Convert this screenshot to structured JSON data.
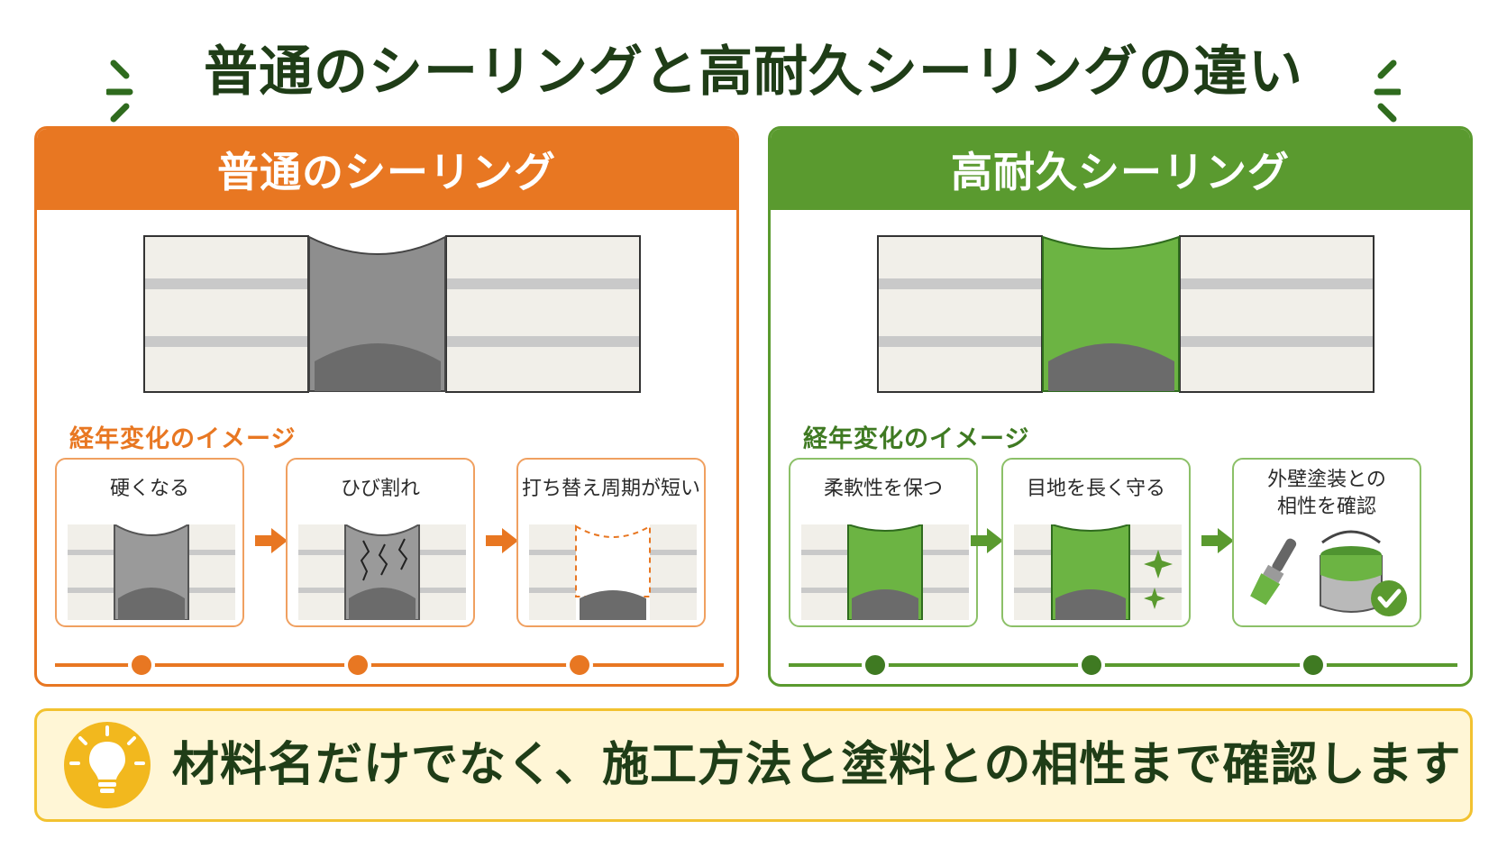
{
  "title": "普通のシーリングと高耐久シーリングの違い",
  "colors": {
    "orange": "#e87722",
    "green": "#5a9a2f",
    "dark_green": "#1f3d17",
    "yellow": "#f2c230"
  },
  "left_panel": {
    "heading": "普通のシーリング",
    "section_label": "経年変化のイメージ",
    "steps": [
      {
        "label": "硬くなる",
        "icon": "hardened-sealant-icon"
      },
      {
        "label": "ひび割れ",
        "icon": "cracked-sealant-icon"
      },
      {
        "label": "打ち替え周期が短い",
        "icon": "empty-joint-icon"
      }
    ]
  },
  "right_panel": {
    "heading": "高耐久シーリング",
    "section_label": "経年変化のイメージ",
    "steps": [
      {
        "label": "柔軟性を保つ",
        "icon": "flexible-sealant-icon"
      },
      {
        "label": "目地を長く守る",
        "icon": "sparkle-sealant-icon"
      },
      {
        "label_line1": "外壁塗装との",
        "label_line2": "相性を確認",
        "icon": "paint-brush-can-check-icon"
      }
    ]
  },
  "footer": {
    "text": "材料名だけでなく、施工方法と塗料との相性まで確認します",
    "icon": "lightbulb-icon"
  }
}
